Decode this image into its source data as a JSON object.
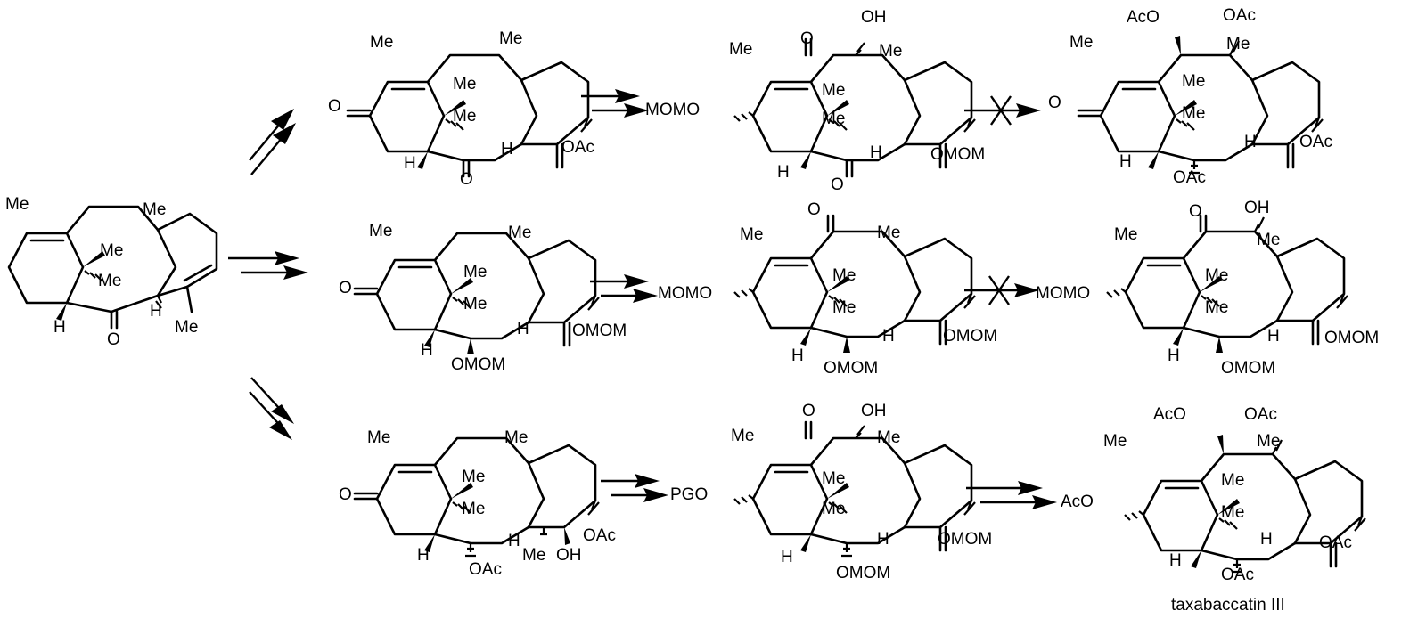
{
  "groups": {
    "me": "Me",
    "h": "H",
    "o": "O",
    "oh": "OH",
    "oac": "OAc",
    "aco": "AcO",
    "omom": "OMOM",
    "momo": "MOMO",
    "pgo": "PGO"
  },
  "caption": "taxabaccatin III",
  "colors": {
    "ink": "#000000",
    "background": "#ffffff"
  }
}
